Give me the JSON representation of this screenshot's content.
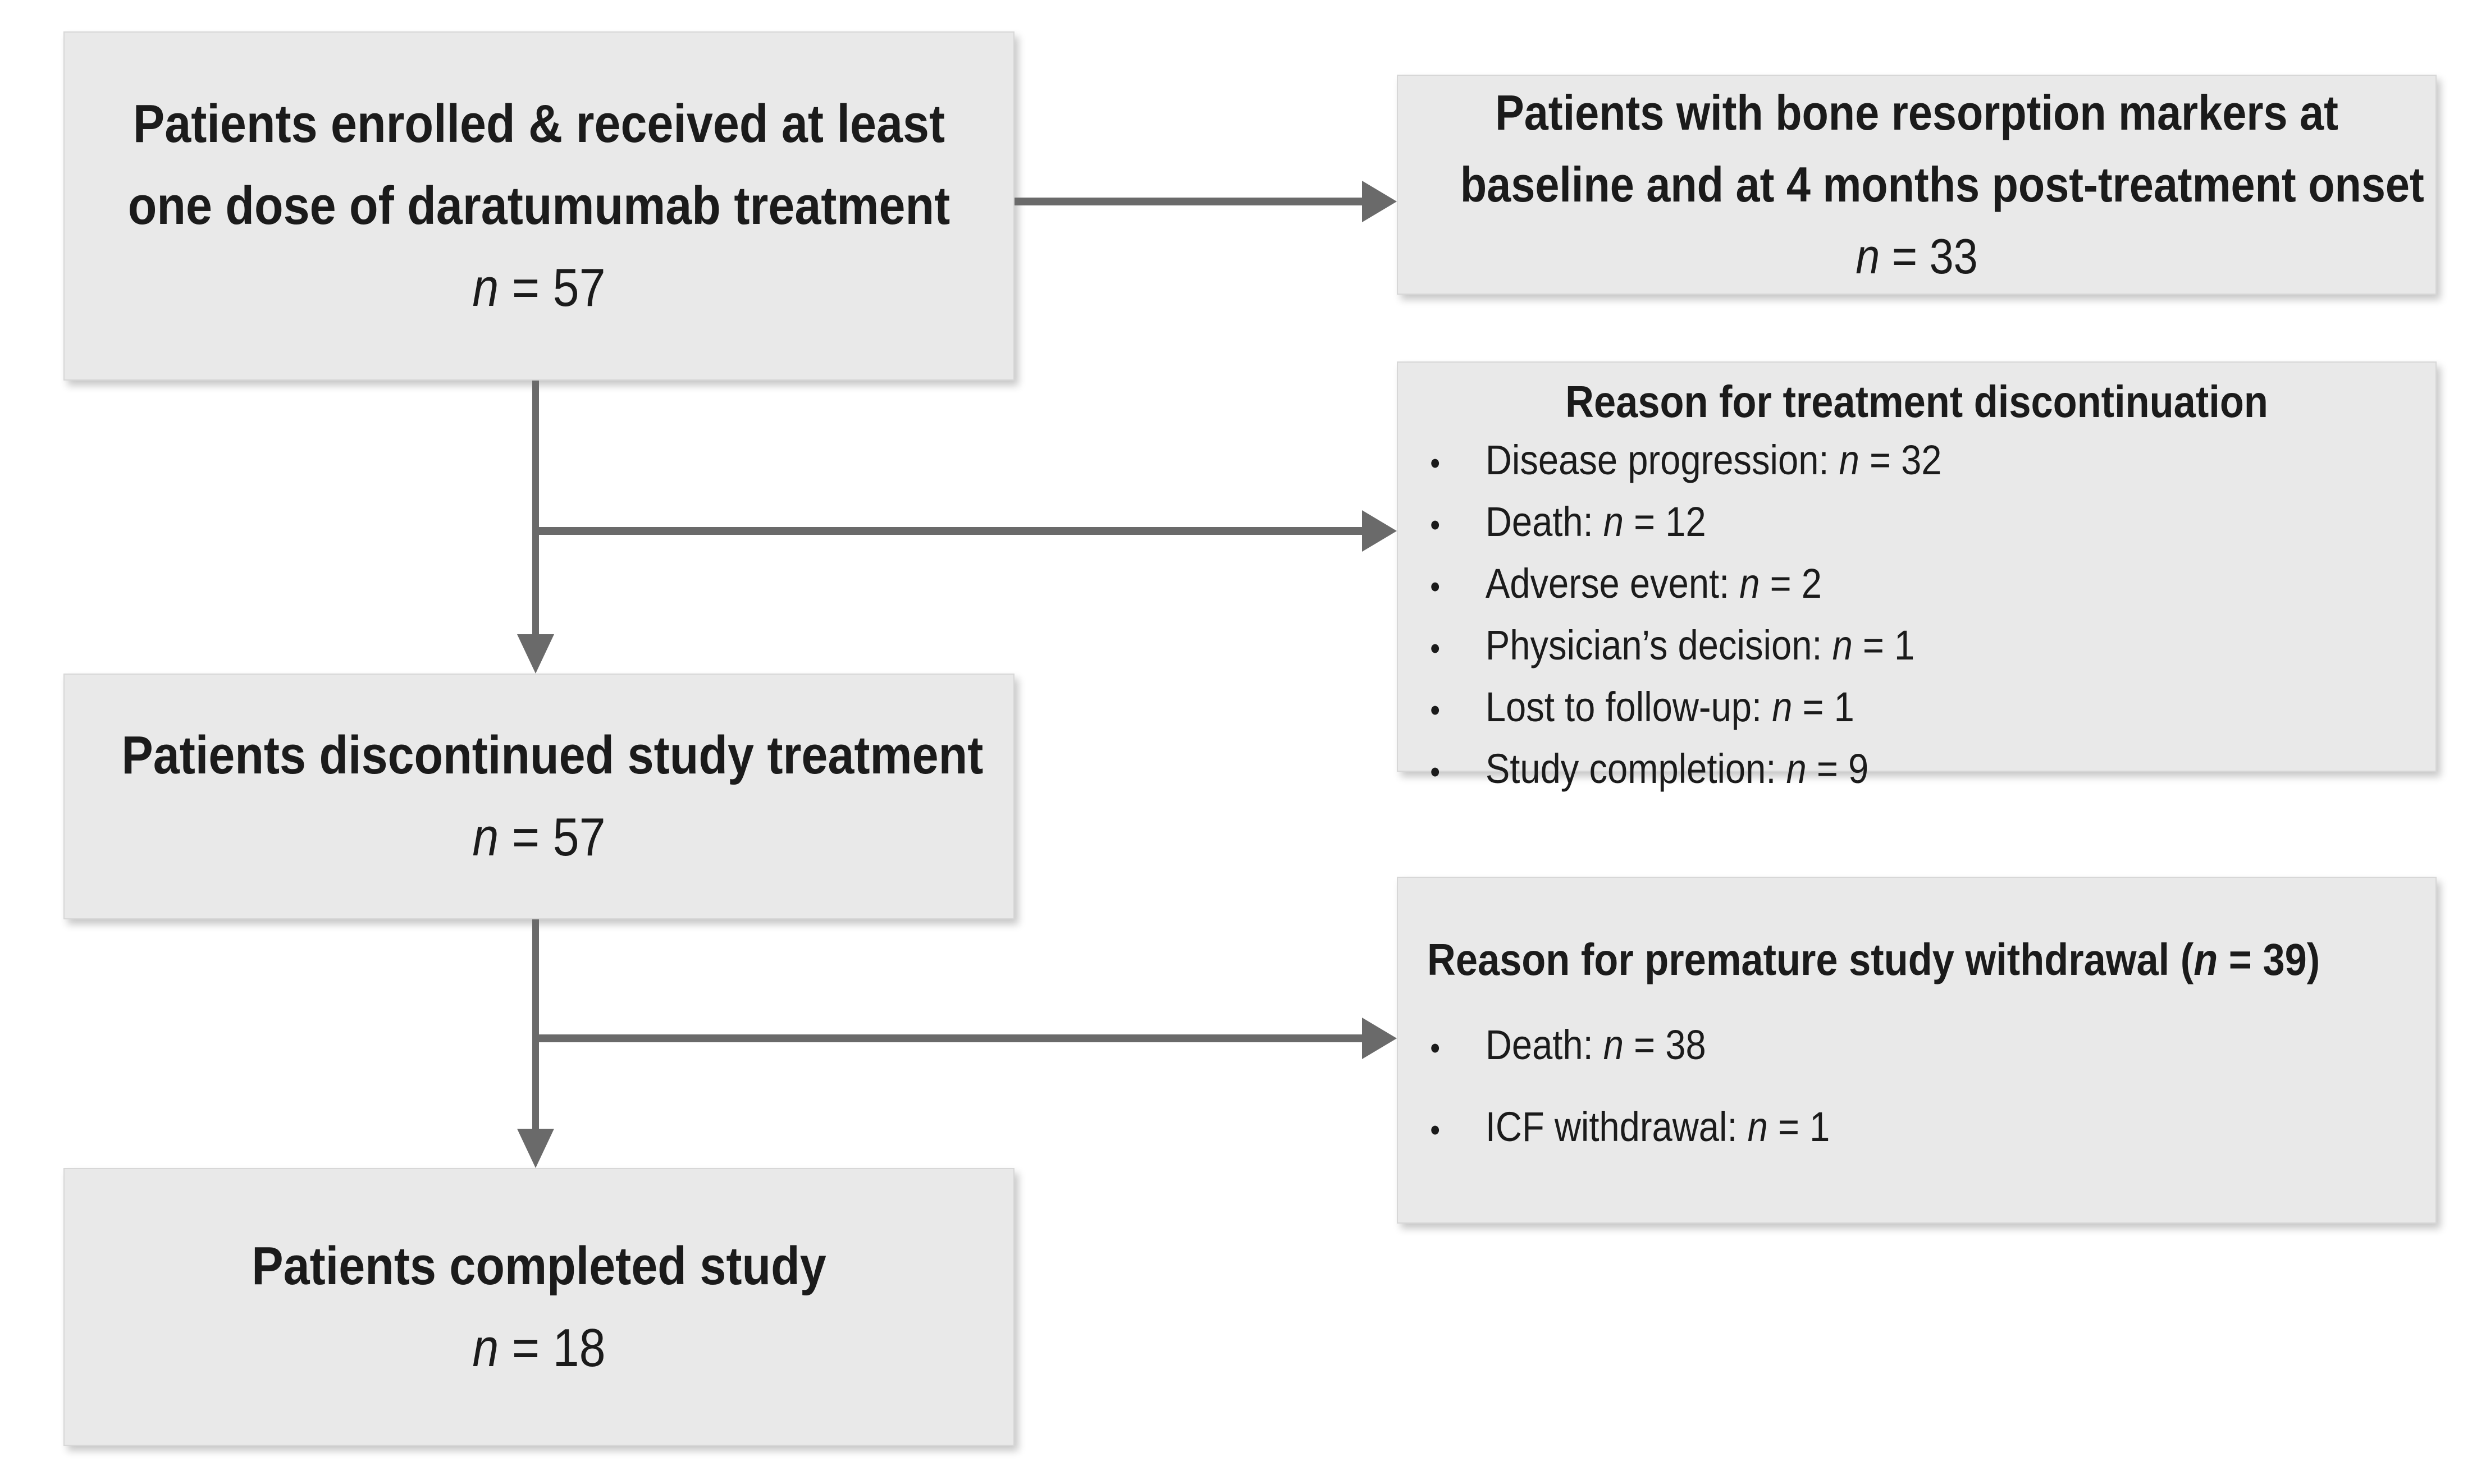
{
  "colors": {
    "background": "#ffffff",
    "box_fill": "#e9e9e9",
    "box_border": "#d7d7d7",
    "arrow": "#6a6a6a",
    "text": "#1b1b1b"
  },
  "bullet_char": "•",
  "boxes": {
    "enrolled": {
      "title_lines": [
        "Patients enrolled & received at least",
        "one dose of daratumumab treatment"
      ],
      "count": {
        "n": "n",
        "rest": " = 57"
      }
    },
    "markers": {
      "title_lines": [
        "Patients with bone resorption markers at",
        "baseline and at 4 months post-treatment onset"
      ],
      "count": {
        "n": "n",
        "rest": " = 33"
      }
    },
    "treatment_discontinuation": {
      "heading": "Reason for treatment discontinuation",
      "bullets": [
        {
          "label": "Disease progression: ",
          "n": "n",
          "rest": " = 32"
        },
        {
          "label": "Death: ",
          "n": "n",
          "rest": " = 12"
        },
        {
          "label": "Adverse event: ",
          "n": "n",
          "rest": " = 2"
        },
        {
          "label": "Physician’s decision: ",
          "n": "n",
          "rest": " = 1"
        },
        {
          "label": "Lost to follow-up: ",
          "n": "n",
          "rest": " = 1"
        },
        {
          "label": "Study completion: ",
          "n": "n",
          "rest": " = 9"
        }
      ]
    },
    "discontinued": {
      "title_lines": [
        "Patients discontinued study treatment"
      ],
      "count": {
        "n": "n",
        "rest": " = 57"
      }
    },
    "premature_withdrawal": {
      "heading_prefix": "Reason for premature study withdrawal (",
      "heading_n": "n",
      "heading_suffix": " = 39)",
      "bullets": [
        {
          "label": "Death: ",
          "n": "n",
          "rest": " = 38"
        },
        {
          "label": "ICF withdrawal: ",
          "n": "n",
          "rest": " = 1"
        }
      ]
    },
    "completed": {
      "title_lines": [
        "Patients completed study"
      ],
      "count": {
        "n": "n",
        "rest": " = 18"
      }
    }
  }
}
